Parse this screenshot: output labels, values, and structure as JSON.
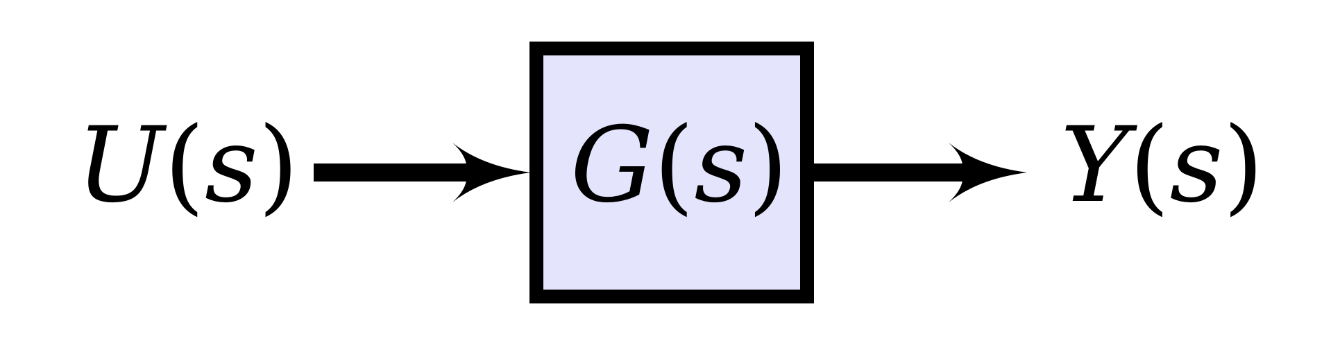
{
  "diagram": {
    "input": {
      "variable": "U",
      "open_paren": "(",
      "argument": "s",
      "close_paren": ")"
    },
    "block": {
      "variable": "G",
      "open_paren": "(",
      "argument": "s",
      "close_paren": ")"
    },
    "output": {
      "variable": "Y",
      "open_paren": "(",
      "argument": "s",
      "close_paren": ")"
    }
  },
  "colors": {
    "block_fill": "#e4e4fc",
    "stroke": "#000000",
    "background": "#ffffff"
  }
}
